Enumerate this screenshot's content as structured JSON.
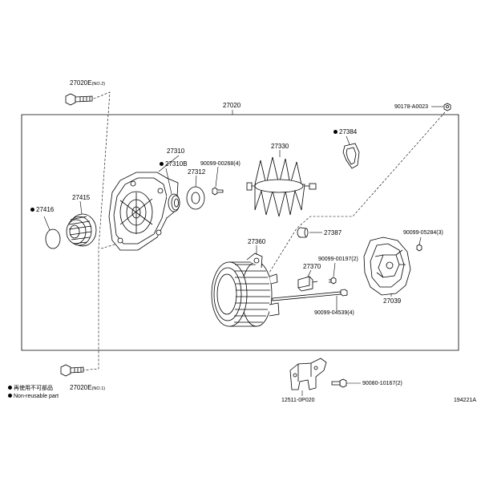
{
  "labels": {
    "p27020E_no2": {
      "part": "27020E",
      "note": "(NO.2)"
    },
    "p27020": "27020",
    "p90178": "90178-A0023",
    "p27384": "27384",
    "p27310": "27310",
    "p27330": "27330",
    "p27310B": "27310B",
    "p90099_00268": "90099-00268(4)",
    "p27312": "27312",
    "p27416": "27416",
    "p27415": "27415",
    "p27387": "27387",
    "p90099_05284": "90099-05284(3)",
    "p27360": "27360",
    "p90099_00197": "90099-00197(2)",
    "p27370": "27370",
    "p27039": "27039",
    "p90099_04539": "90099-04539(4)",
    "p27020E_no1": {
      "part": "27020E",
      "note": "(NO.1)"
    },
    "p90080": "90080-10167(2)",
    "p12511": "12511-0P020"
  },
  "marked_parts": [
    "27384",
    "27310B",
    "27416"
  ],
  "legend": {
    "line1": "再使用不可部品",
    "line2": "Non-reusable part"
  },
  "figure_id": "194221A"
}
